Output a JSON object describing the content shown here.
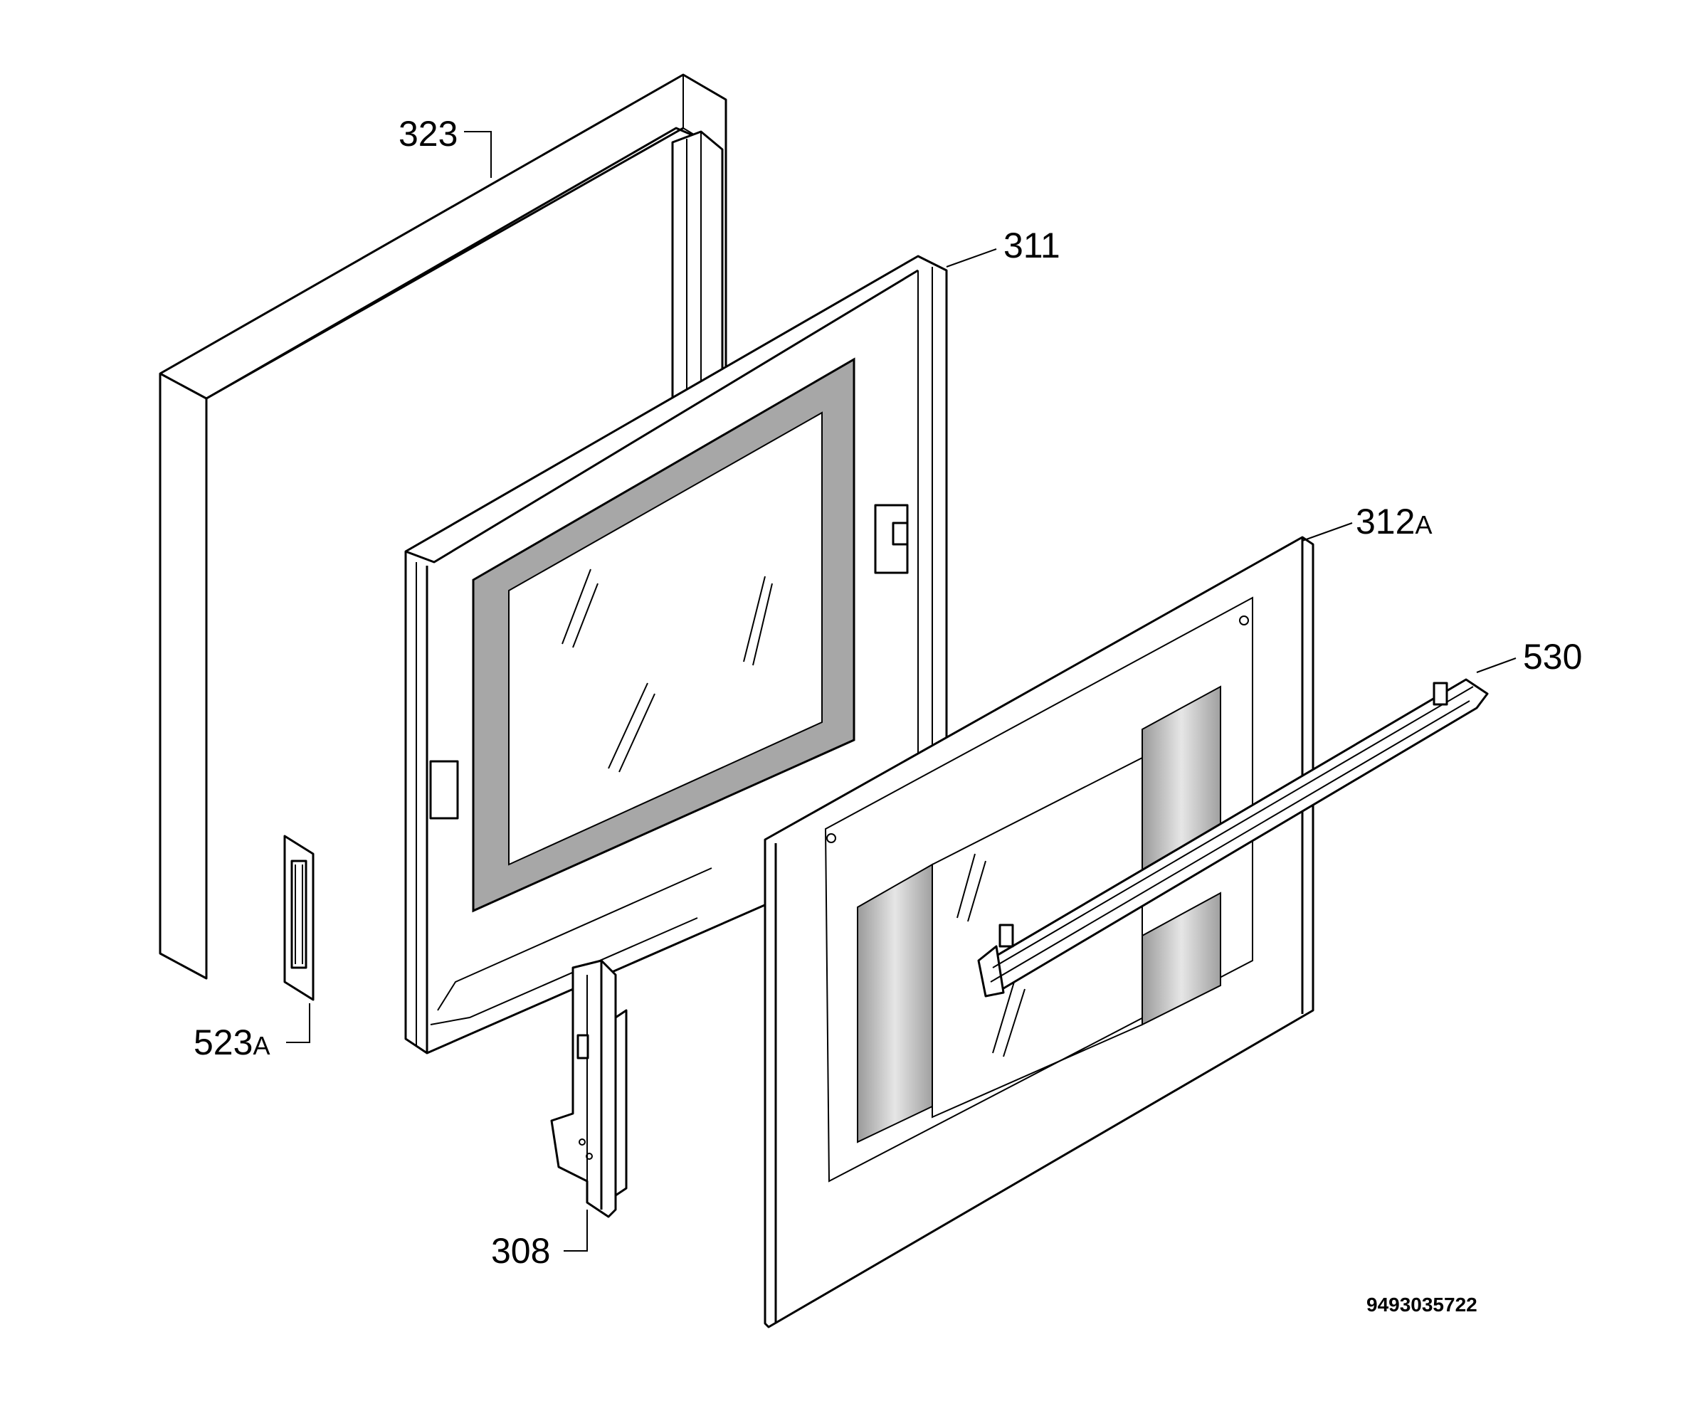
{
  "labels": {
    "p323": "323",
    "p311": "311",
    "p312_num": "312",
    "p312_suf": "A",
    "p530": "530",
    "p523_num": "523",
    "p523_suf": "A",
    "p308": "308"
  },
  "drawing_number": "9493035722",
  "colors": {
    "line": "#000000",
    "background": "#ffffff",
    "gasket": "#a7a7a7",
    "glass_shade": "#9a9a9a"
  }
}
